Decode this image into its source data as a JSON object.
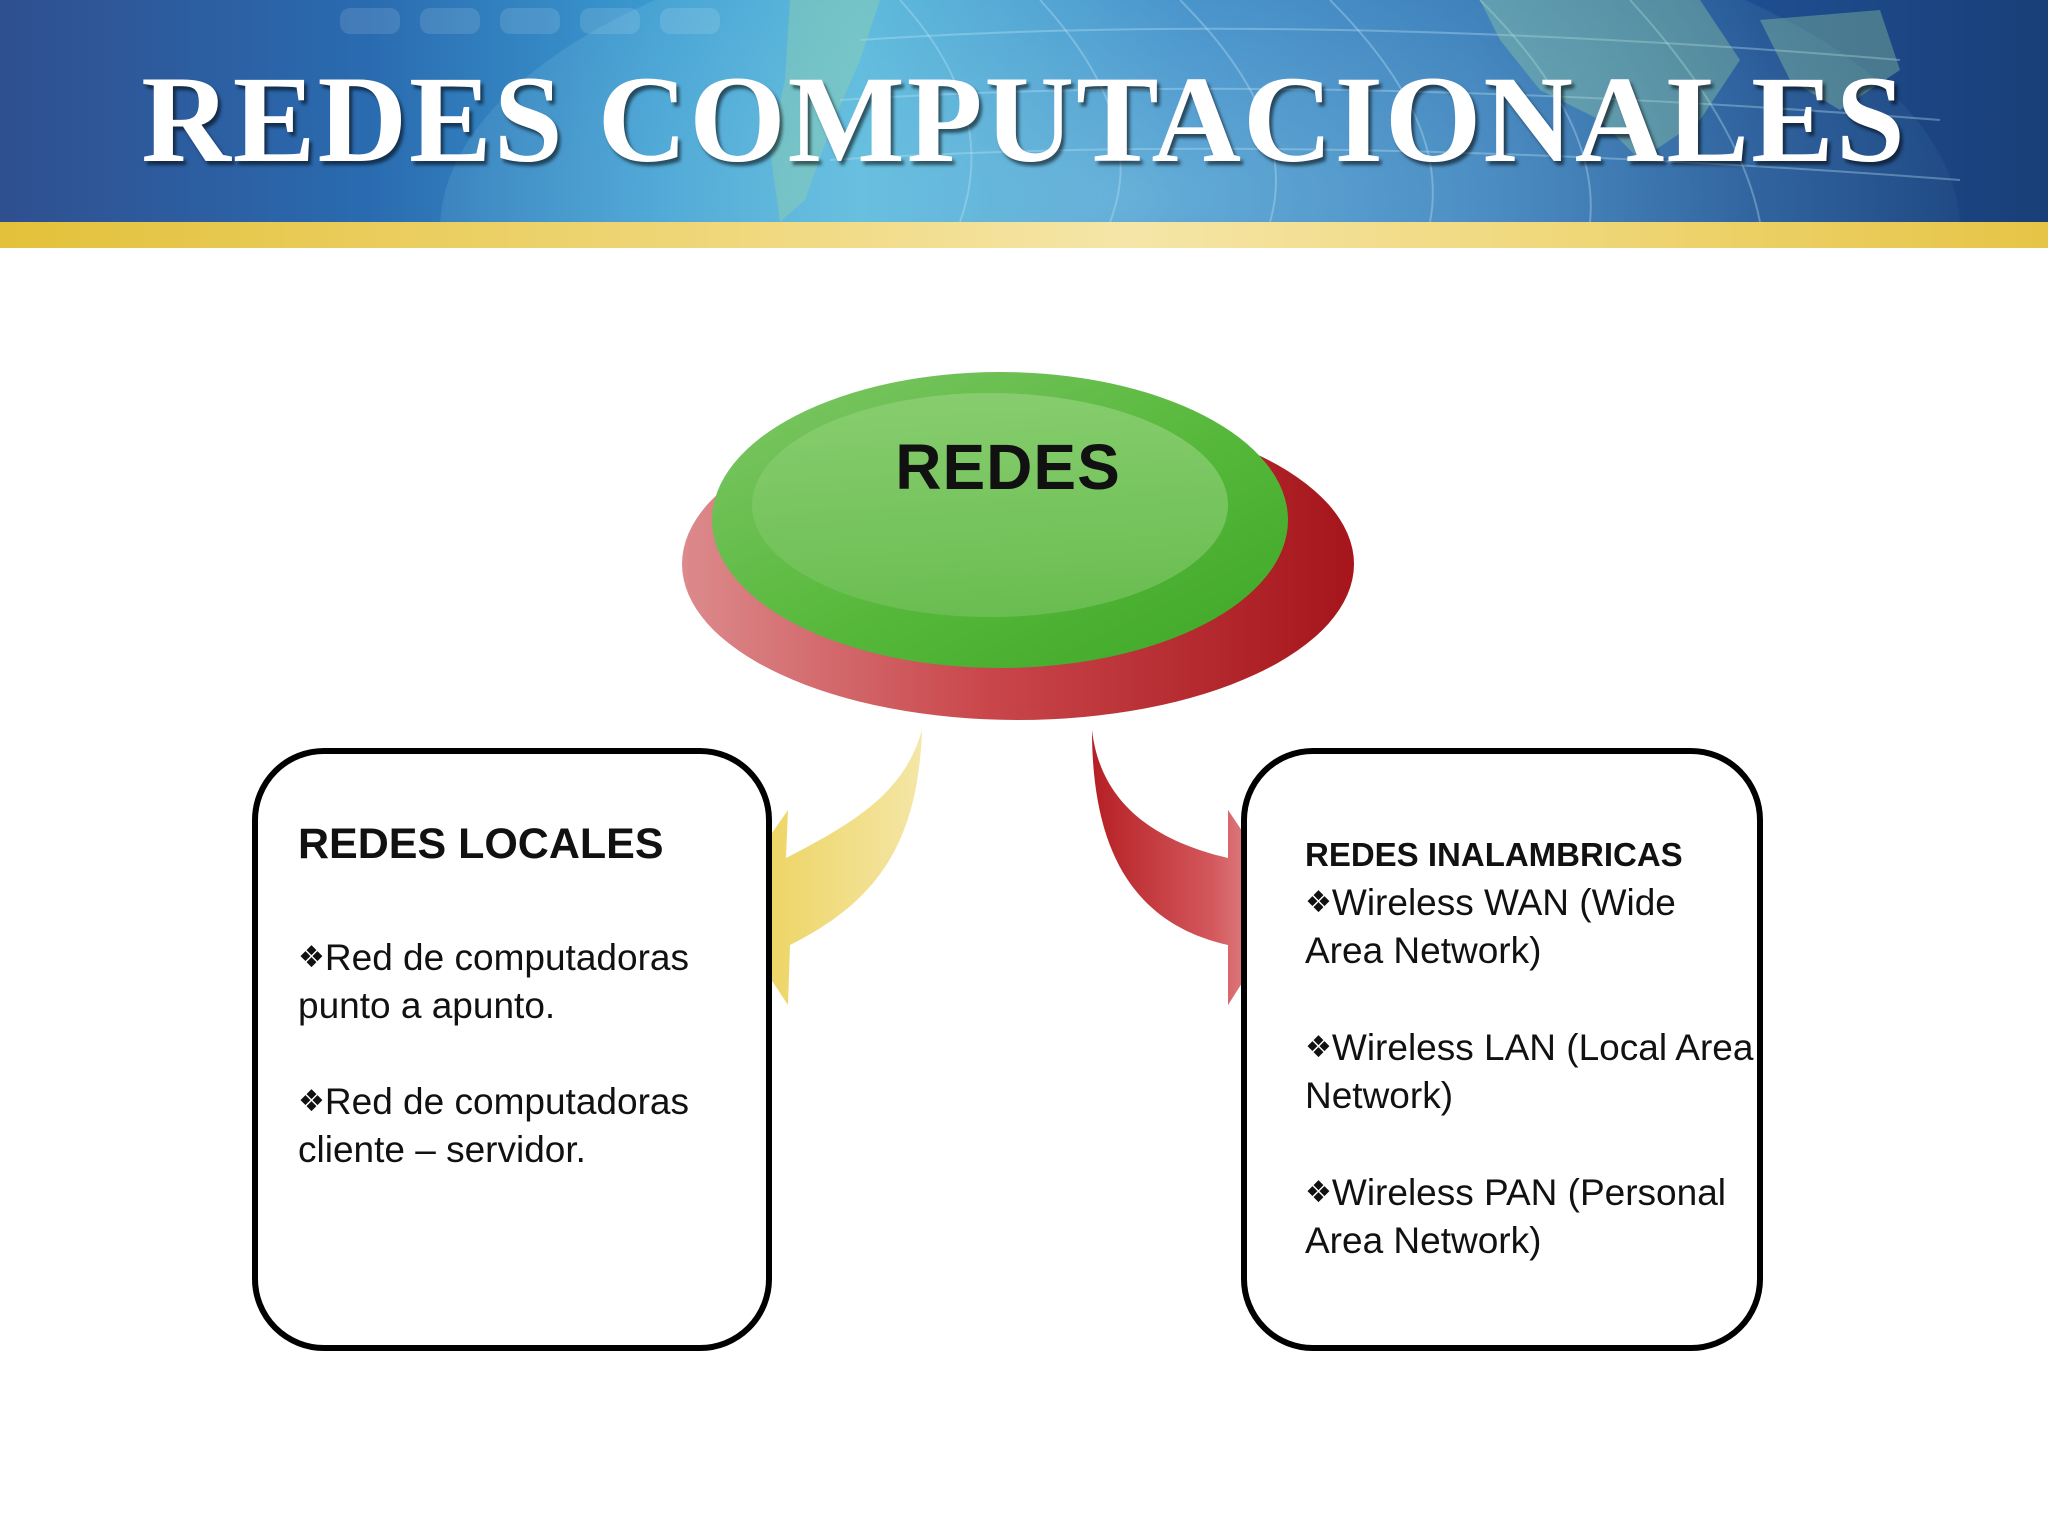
{
  "slide": {
    "title": "REDES COMPUTACIONALES"
  },
  "diagram": {
    "center": {
      "label": "REDES"
    },
    "left_box": {
      "heading": "REDES LOCALES",
      "items": [
        {
          "bullet": "❖",
          "text": "Red de computadoras punto a apunto."
        },
        {
          "bullet": "❖",
          "text": "Red de computadoras cliente – servidor."
        }
      ]
    },
    "right_box": {
      "heading": "REDES INALAMBRICAS",
      "items": [
        {
          "bullet": "❖",
          "text": "Wireless WAN (Wide Area Network)"
        },
        {
          "bullet": "❖",
          "text": "Wireless LAN (Local Area Network)"
        },
        {
          "bullet": "❖",
          "text": "Wireless PAN (Personal Area Network)"
        }
      ]
    }
  },
  "colors": {
    "header_blue": "#2a6bb0",
    "gold_stripe": "#efd77a",
    "oval_green": "#4db830",
    "oval_red": "#b01e24",
    "arrow_yellow": "#efd36a",
    "arrow_red": "#c0282d",
    "text_dark": "#111111"
  }
}
